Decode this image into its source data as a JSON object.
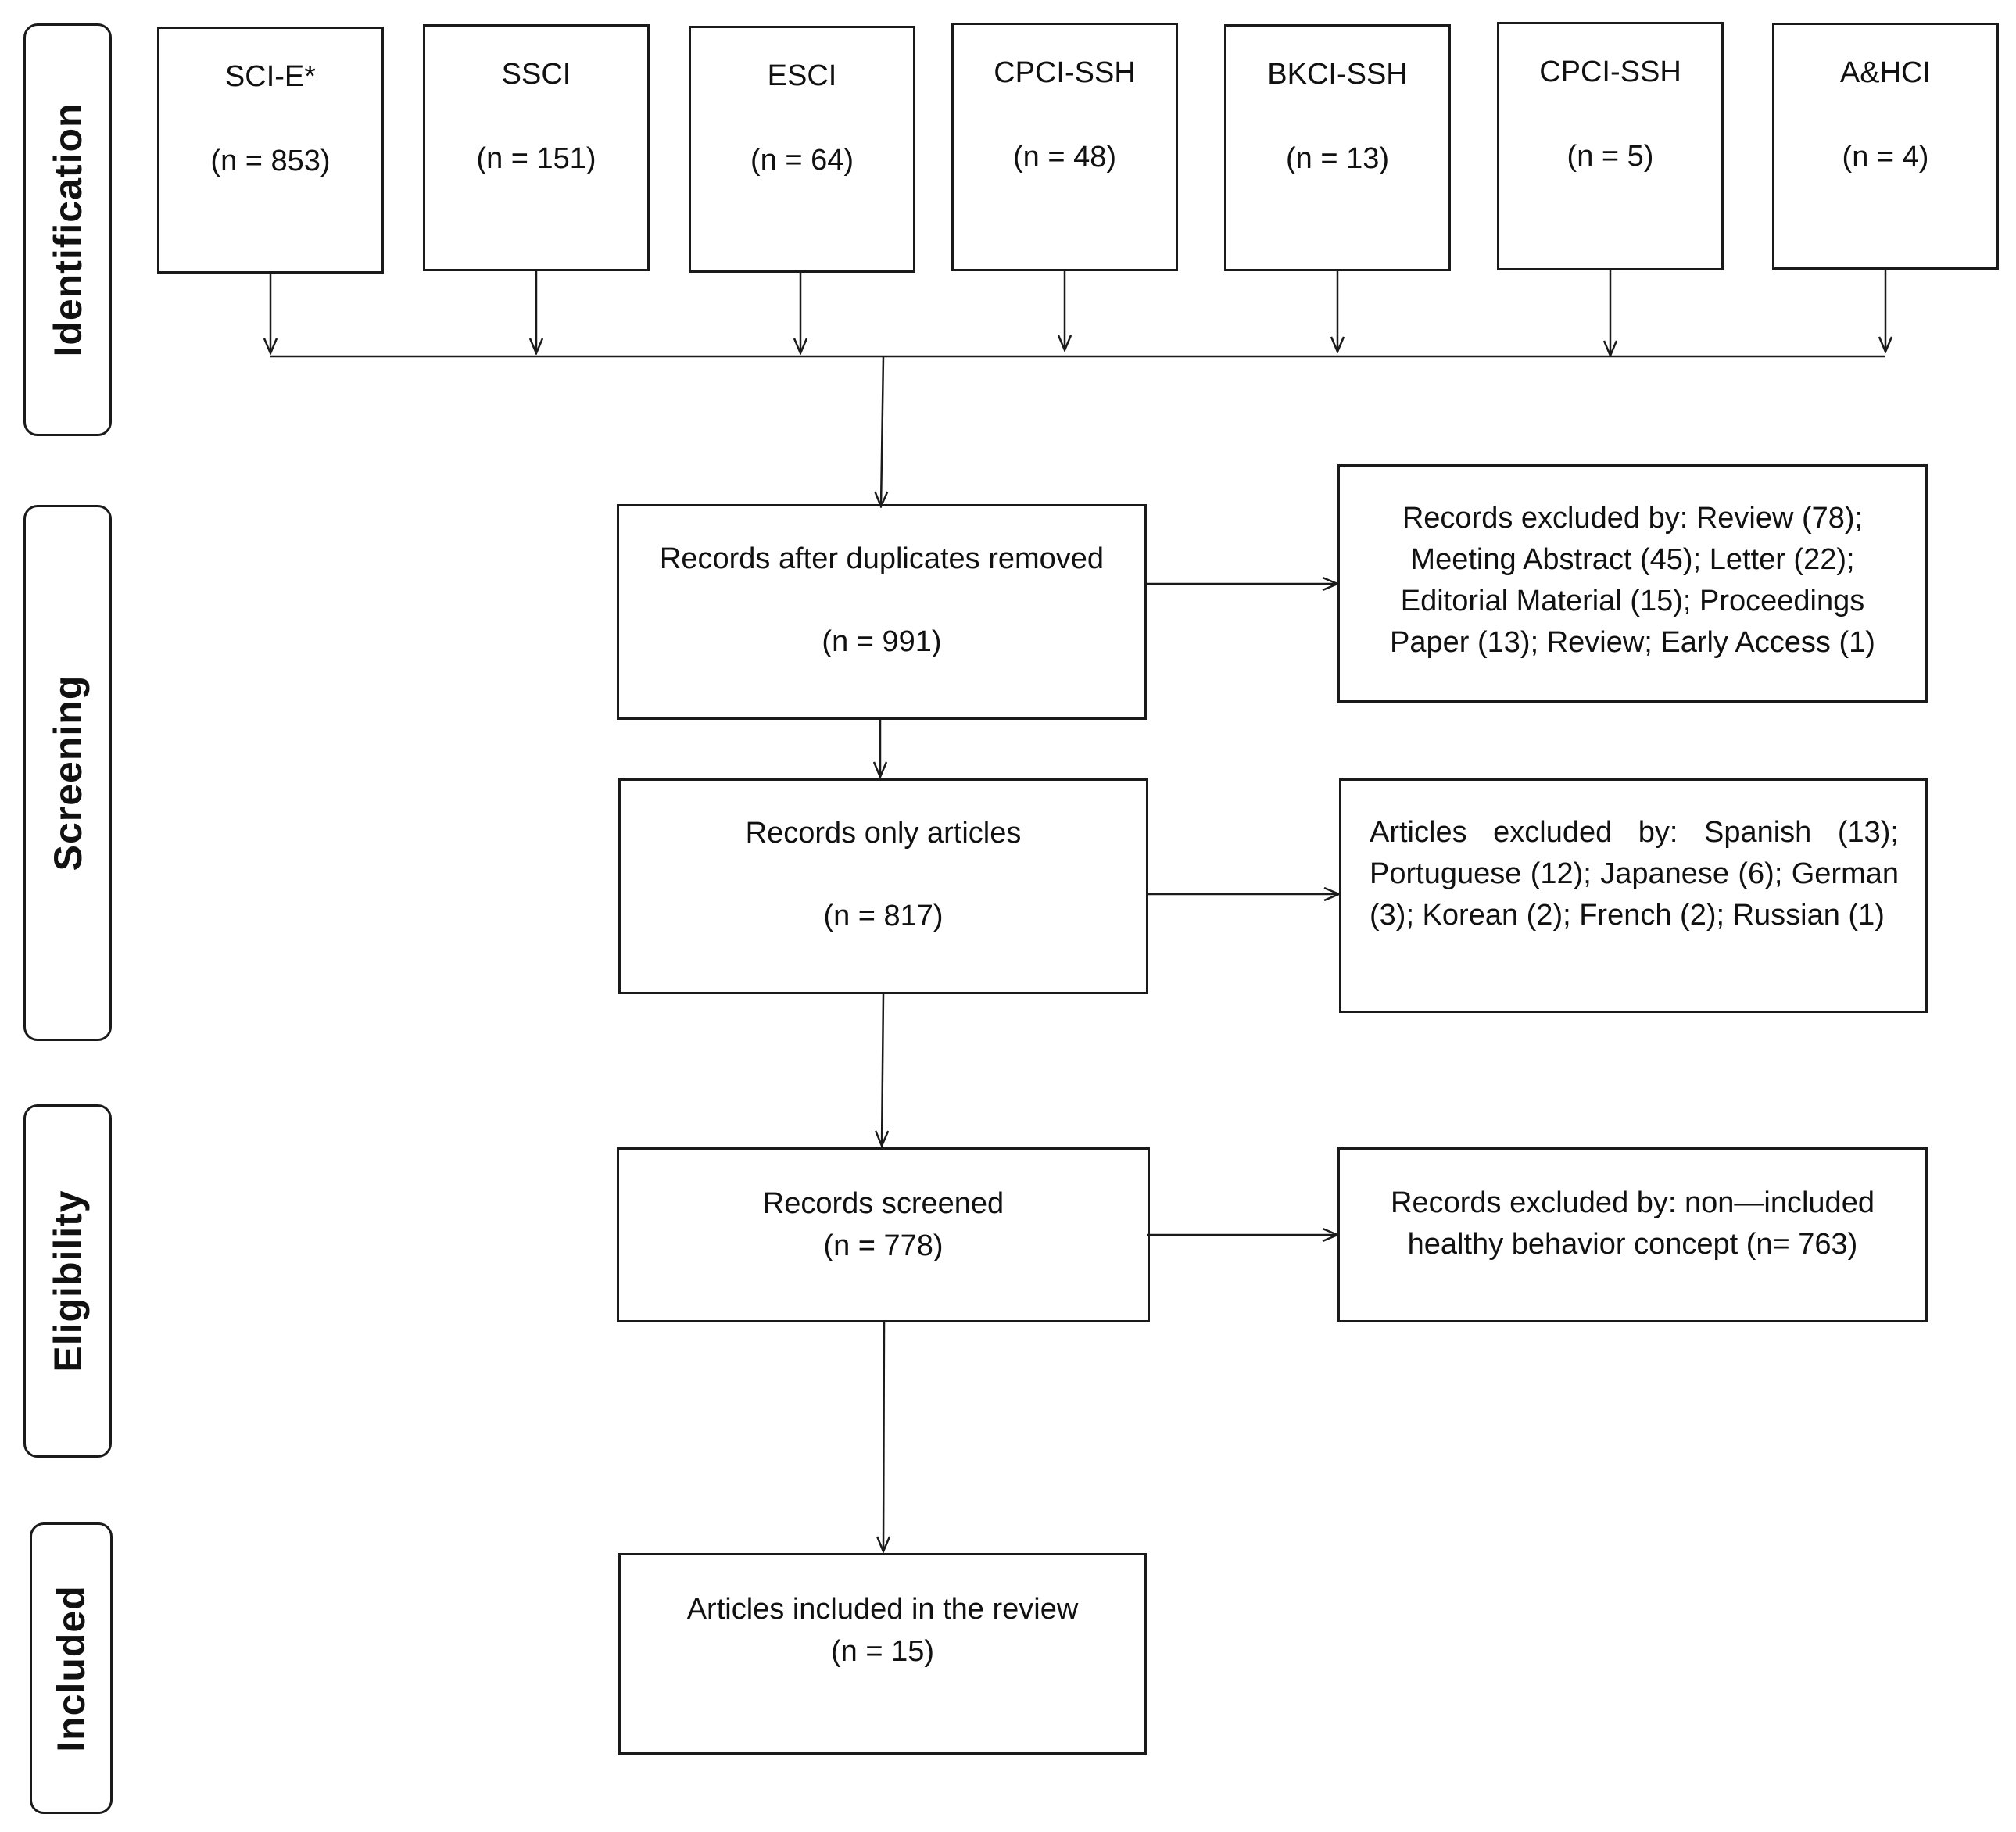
{
  "stages": [
    {
      "id": "identification",
      "label": "Identification"
    },
    {
      "id": "screening",
      "label": "Screening"
    },
    {
      "id": "eligibility",
      "label": "Eligibility"
    },
    {
      "id": "included",
      "label": "Included"
    }
  ],
  "sources": [
    {
      "title": "SCI-E*",
      "count": "(n = 853)"
    },
    {
      "title": "SSCI",
      "count": "(n = 151)"
    },
    {
      "title": "ESCI",
      "count": "(n = 64)"
    },
    {
      "title": "CPCI-SSH",
      "count": "(n = 48)"
    },
    {
      "title": "BKCI-SSH",
      "count": "(n = 13)"
    },
    {
      "title": "CPCI-SSH",
      "count": "(n = 5)"
    },
    {
      "title": "A&HCI",
      "count": "(n = 4)"
    }
  ],
  "flow": {
    "duplicates_removed": {
      "title": "Records after duplicates removed",
      "count": "(n = 991)"
    },
    "only_articles": {
      "title": "Records only articles",
      "count": "(n = 817)"
    },
    "screened": {
      "title": "Records screened",
      "count": "(n = 778)"
    },
    "included": {
      "title": "Articles included in the review",
      "count": "(n =  15)"
    }
  },
  "exclusions": {
    "by_type": [
      "Records excluded by: Review (78);",
      "Meeting Abstract (45); Letter (22);",
      "Editorial Material (15); Proceedings",
      "Paper (13); Review; Early Access (1)"
    ],
    "by_language": "Articles excluded by: Spanish (13); Portuguese (12); Japanese (6); German (3); Korean (2); French (2); Russian (1)",
    "by_concept": [
      "Records excluded by: non—included",
      "healthy behavior concept (n= 763)"
    ]
  }
}
